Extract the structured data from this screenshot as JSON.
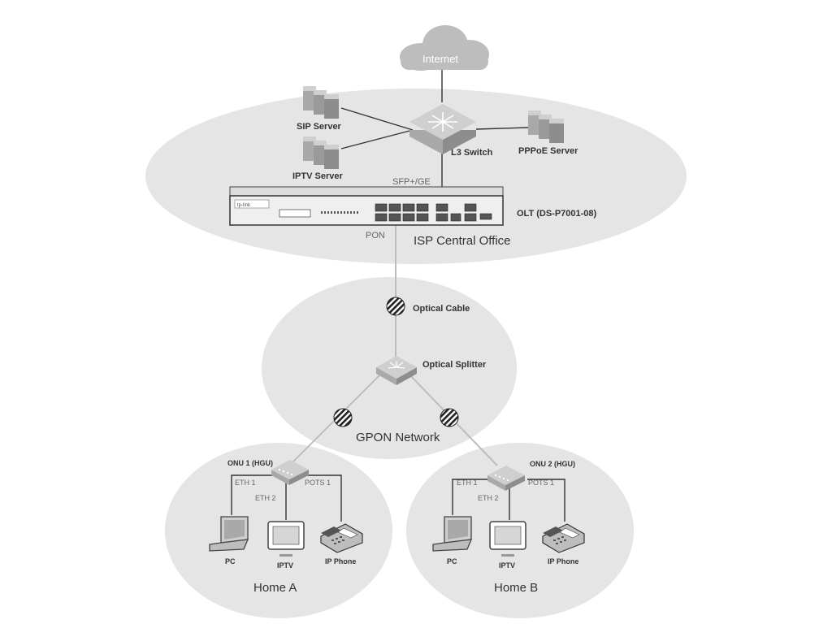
{
  "internet": {
    "label": "Internet"
  },
  "core": {
    "zone_label": "ISP Central Office",
    "l3_switch": "L3 Switch",
    "sip_server": "SIP Server",
    "iptv_server": "IPTV Server",
    "pppoe_server": "PPPoE Server",
    "uplink_label": "SFP+/GE",
    "olt_label": "OLT (DS-P7001-08)",
    "pon_label": "PON",
    "olt_brand": "tp-link"
  },
  "gpon": {
    "zone_label": "GPON Network",
    "optical_cable": "Optical Cable",
    "optical_splitter": "Optical Splitter"
  },
  "home_a": {
    "zone_label": "Home A",
    "onu_label": "ONU 1 (HGU)",
    "eth1": "ETH 1",
    "eth2": "ETH 2",
    "pots1": "POTS 1",
    "pc": "PC",
    "iptv": "IPTV",
    "ip_phone": "IP Phone"
  },
  "home_b": {
    "zone_label": "Home B",
    "onu_label": "ONU 2 (HGU)",
    "eth1": "ETH 1",
    "eth2": "ETH 2",
    "pots1": "POTS 1",
    "pc": "PC",
    "iptv": "IPTV",
    "ip_phone": "IP Phone"
  },
  "colors": {
    "zone_fill": "#e5e5e5",
    "device_light": "#cfcfcf",
    "device_mid": "#a9a9a9",
    "device_dark": "#7a7a7a",
    "line": "#333333",
    "fiber": "#bdbdbd"
  }
}
